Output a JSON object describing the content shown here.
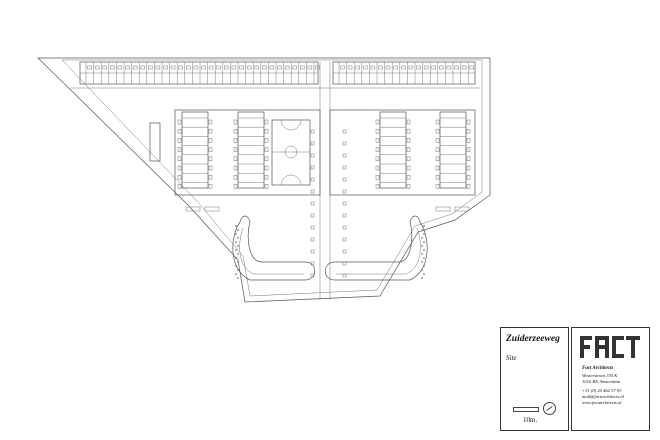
{
  "title_block": {
    "site_name": "Zuiderzeeweg",
    "sheet_label": "Site",
    "scale_label": "10m.",
    "scale_icon": "scale-bar",
    "north_icon": "north-arrow-icon"
  },
  "office": {
    "logo_text": "FACT",
    "name": "Fact Architects",
    "address_line_1": "Westerstraat 335 K",
    "address_line_2": "1016 RN Amsterdam",
    "phone": "+31 (0) 20 462 37 93",
    "email": "mail@factarchitects.nl",
    "website": "www.factarchitects.nl"
  },
  "colors": {
    "line": "#555555",
    "ink": "#111111",
    "background": "#ffffff"
  },
  "plan": {
    "facilities": [
      "sports-court"
    ],
    "north_storage_rows": 2
  }
}
